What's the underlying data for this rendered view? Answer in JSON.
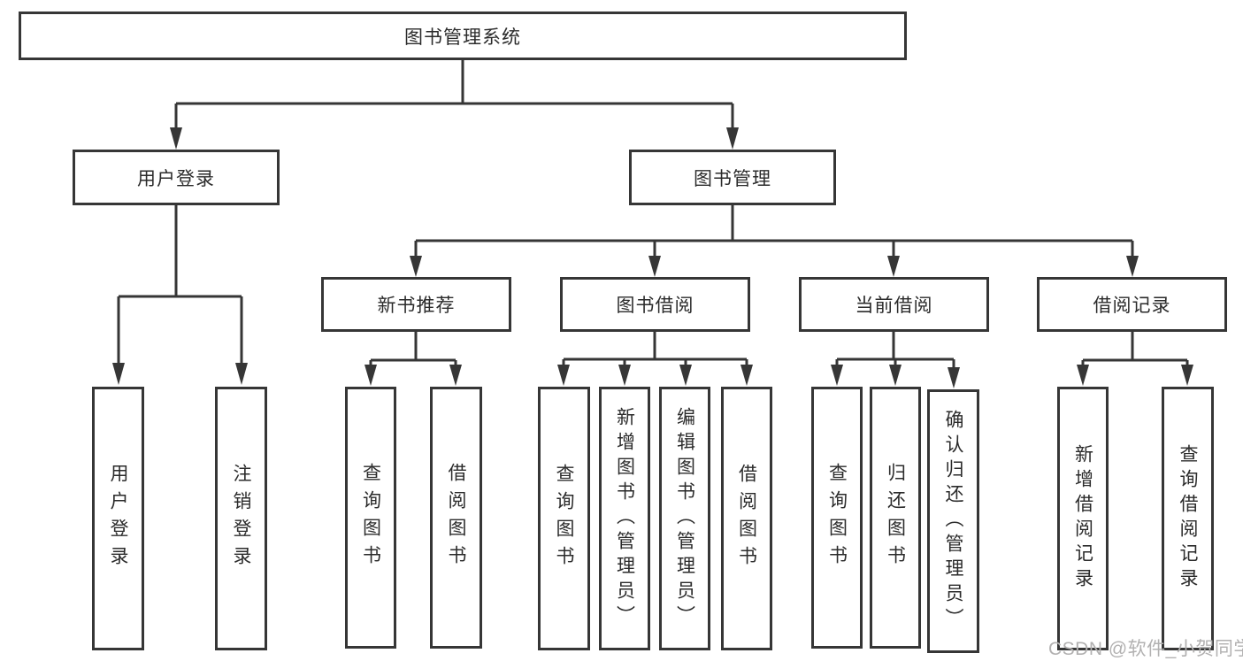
{
  "diagram": {
    "root": {
      "label": "图书管理系统"
    },
    "branches": [
      {
        "label": "用户登录",
        "children": [
          {
            "label": "用户登录"
          },
          {
            "label": "注销登录"
          }
        ]
      },
      {
        "label": "图书管理",
        "children": [
          {
            "label": "新书推荐",
            "children": [
              {
                "label": "查询图书"
              },
              {
                "label": "借阅图书"
              }
            ]
          },
          {
            "label": "图书借阅",
            "children": [
              {
                "label": "查询图书"
              },
              {
                "label": "新增图书（管理员）"
              },
              {
                "label": "编辑图书（管理员）"
              },
              {
                "label": "借阅图书"
              }
            ]
          },
          {
            "label": "当前借阅",
            "children": [
              {
                "label": "查询图书"
              },
              {
                "label": "归还图书"
              },
              {
                "label": "确认归还（管理员）"
              }
            ]
          },
          {
            "label": "借阅记录",
            "children": [
              {
                "label": "新增借阅记录"
              },
              {
                "label": "查询借阅记录"
              }
            ]
          }
        ]
      }
    ]
  },
  "watermark": {
    "text": "CSDN @软件_小贺同学"
  },
  "colors": {
    "line": "#363636",
    "box_border": "#363636",
    "text": "#2b2b2b",
    "background": "#ffffff",
    "watermark": "#b2b1b1"
  }
}
